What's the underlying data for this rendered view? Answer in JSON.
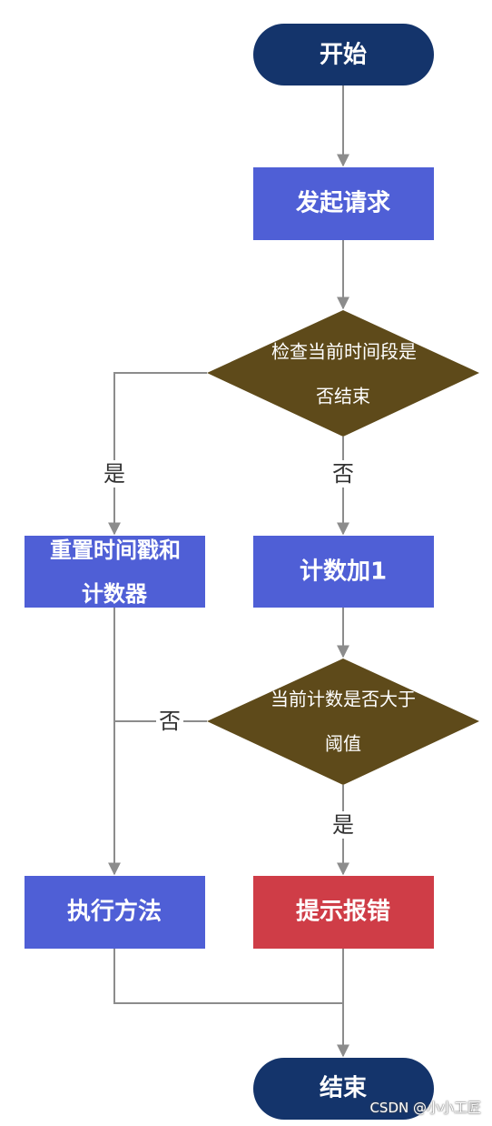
{
  "nodes": {
    "start": "开始",
    "send_request": "发起请求",
    "check_period_line1": "检查当前时间段是",
    "check_period_line2": "否结束",
    "reset_line1": "重置时间戳和",
    "reset_line2": "计数器",
    "count_plus": "计数加1",
    "check_threshold_line1": "当前计数是否大于",
    "check_threshold_line2": "阈值",
    "execute_method": "执行方法",
    "report_error": "提示报错",
    "end": "结束"
  },
  "edge_labels": {
    "period_yes": "是",
    "period_no": "否",
    "threshold_no": "否",
    "threshold_yes": "是"
  },
  "colors": {
    "terminal": "#14346b",
    "process": "#4f5fd6",
    "decision": "#5e4a1a",
    "error": "#cf3d47",
    "edge": "#8c8c8c"
  },
  "watermark": "CSDN @小小工匠"
}
